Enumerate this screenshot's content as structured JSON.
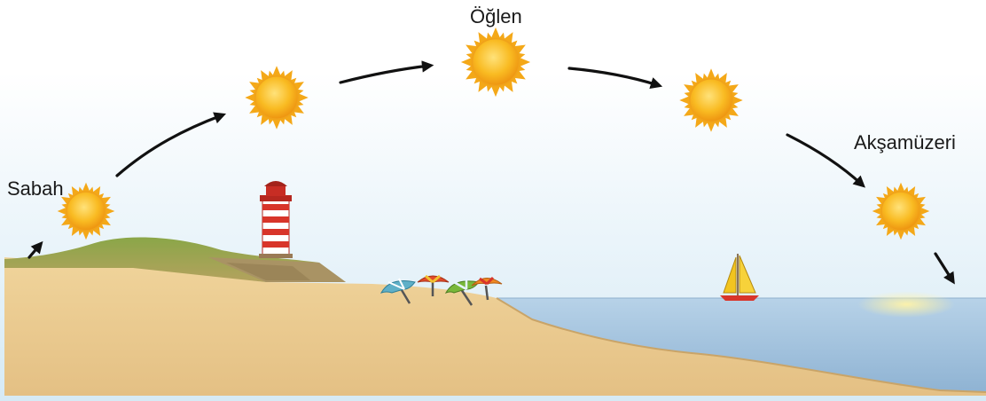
{
  "labels": {
    "morning": "Sabah",
    "noon": "Öğlen",
    "evening": "Akşamüzeri"
  },
  "colors": {
    "sky_top": "#ffffff",
    "sky_bottom": "#d9ecf6",
    "sand": "#e9c98e",
    "grass": "#7d9a3c",
    "sea": "#9fc0dd",
    "sun": "#f7b51b",
    "lighthouse_red": "#d8352a",
    "arrow": "#111111"
  },
  "icons": [
    "sun-icon",
    "arrow-icon",
    "lighthouse-icon",
    "umbrella-icon",
    "sailboat-icon"
  ]
}
